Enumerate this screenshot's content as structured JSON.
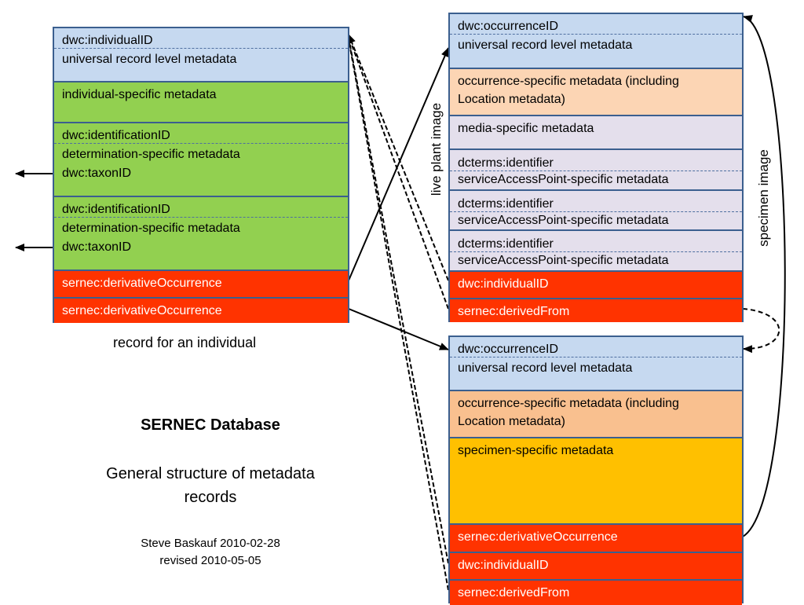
{
  "individual": {
    "id_line": "dwc:individualID",
    "universal": "universal record level metadata",
    "specific": "individual-specific  metadata",
    "det1_id": "dwc:identificationID",
    "det1_meta": "determination-specific metadata",
    "det1_taxon": "dwc:taxonID",
    "det2_id": "dwc:identificationID",
    "det2_meta": "determination-specific metadata",
    "det2_taxon": "dwc:taxonID",
    "deriv1": "sernec:derivativeOccurrence",
    "deriv2": "sernec:derivativeOccurrence",
    "caption": "record for an individual"
  },
  "occurrence_top": {
    "id_line": "dwc:occurrenceID",
    "universal": "universal record level metadata",
    "occ_line1": "occurrence-specific  metadata (including",
    "occ_line2": "Location metadata)",
    "media": "media-specific metadata",
    "sap1_id": "dcterms:identifier",
    "sap1_meta": "serviceAccessPoint-specific metadata",
    "sap2_id": "dcterms:identifier",
    "sap2_meta": "serviceAccessPoint-specific metadata",
    "sap3_id": "dcterms:identifier",
    "sap3_meta": "serviceAccessPoint-specific metadata",
    "indiv": "dwc:individualID",
    "derived": "sernec:derivedFrom"
  },
  "occurrence_bottom": {
    "id_line": "dwc:occurrenceID",
    "universal": "universal record level metadata",
    "occ_line1": "occurrence-specific  metadata (including",
    "occ_line2": "Location metadata)",
    "specimen": "specimen-specific metadata",
    "deriv": "sernec:derivativeOccurrence",
    "indiv": "dwc:individualID",
    "derived": "sernec:derivedFrom"
  },
  "labels": {
    "live_plant": "live plant image",
    "specimen_image": "specimen image"
  },
  "info": {
    "db_title": "SERNEC Database",
    "subtitle_line1": "General structure of metadata",
    "subtitle_line2": "records",
    "author": "Steve  Baskauf  2010-02-28",
    "revised": "revised 2010-05-05"
  },
  "colors": {
    "universal": "#c6d9f0",
    "individual_specific": "#92d050",
    "derivative": "#ff3300",
    "occurrence_specific": "#fcd5b4",
    "media_specific": "#e4dfec",
    "specimen_specific": "#ffc000",
    "border": "#3b5f8f"
  }
}
